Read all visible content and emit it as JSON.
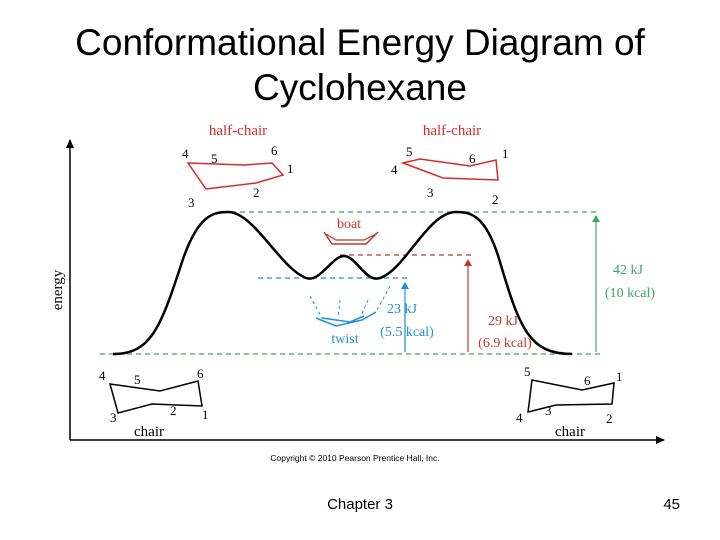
{
  "slide": {
    "title_line1": "Conformational Energy Diagram of",
    "title_line2": "Cyclohexane",
    "footer_chapter": "Chapter 3",
    "page_number": "45"
  },
  "diagram": {
    "y_axis_label": "energy",
    "copyright": "Copyright © 2010 Pearson Prentice Hall, Inc.",
    "half_chair_label": "half-chair",
    "boat_label": "boat",
    "twist_label": "twist",
    "chair_label": "chair",
    "barrier_total_kj": "42 kJ",
    "barrier_total_kcal": "(10 kcal)",
    "boat_energy_kj": "29 kJ",
    "boat_energy_kcal": "(6.9 kcal)",
    "twist_energy_kj": "23 kJ",
    "twist_energy_kcal": "(5.5 kcal)",
    "atom_numbers": [
      "1",
      "2",
      "3",
      "4",
      "5",
      "6"
    ]
  },
  "colors": {
    "curve": "#000000",
    "half_chair": "#d62a2a",
    "green": "#3aa66a",
    "boat": "#c0392b",
    "twist": "#1f8fd6",
    "arrow_green": "#3aa66a",
    "arrow_red": "#c0392b",
    "arrow_blue": "#1f8fd6"
  }
}
